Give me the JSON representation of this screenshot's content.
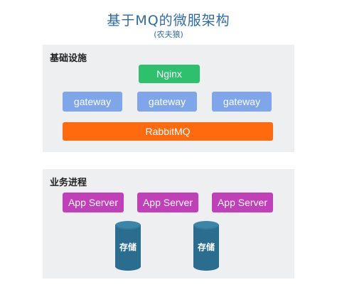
{
  "header": {
    "title": "基于MQ的微服架构",
    "subtitle": "(农夫狼)"
  },
  "infrastructure": {
    "label": "基础设施",
    "nginx": "Nginx",
    "gateways": [
      "gateway",
      "gateway",
      "gateway"
    ],
    "message_queue": "RabbitMQ"
  },
  "business": {
    "label": "业务进程",
    "app_servers": [
      "App Server",
      "App Server",
      "App Server"
    ],
    "storages": [
      "存储",
      "存储"
    ]
  },
  "colors": {
    "title": "#2d6aa8",
    "panel_bg": "#eeeff1",
    "nginx": "#2fc06e",
    "gateway": "#7fa6ea",
    "rabbitmq": "#ff6a0e",
    "app_server": "#c23fba",
    "storage": "#2a6d8e"
  }
}
